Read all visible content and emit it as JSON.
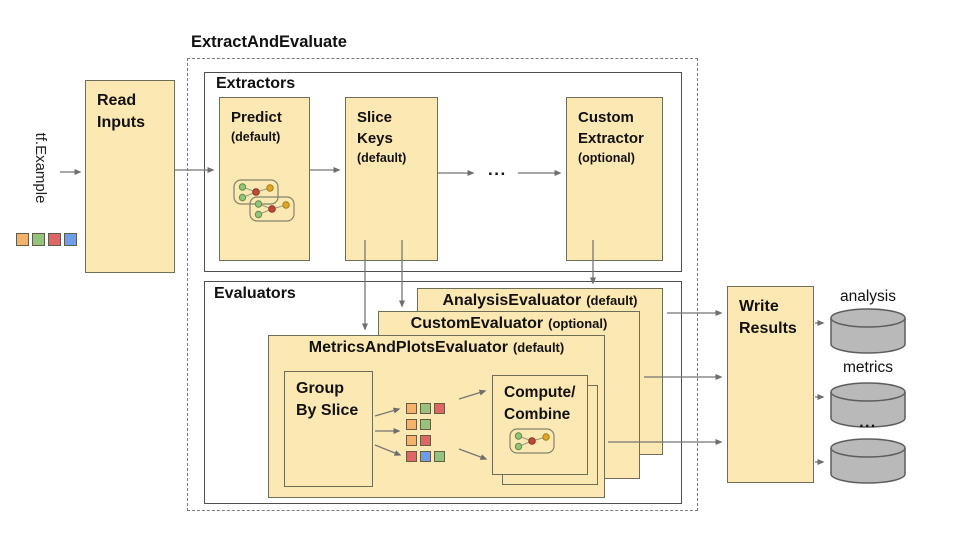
{
  "title": "ExtractAndEvaluate",
  "palette": {
    "orange": "#f6b26b",
    "green": "#93c47d",
    "red": "#e06666",
    "blue": "#6d9eeb",
    "box_fill": "#fce8b2",
    "cylinder_fill": "#b9b9b9",
    "line_gray": "#757575"
  },
  "input": {
    "label": "tf.Example",
    "squares": [
      "orange",
      "green",
      "red",
      "blue"
    ]
  },
  "read_inputs": {
    "label": "Read Inputs"
  },
  "extractors": {
    "label": "Extractors",
    "predict": {
      "title": "Predict",
      "sub": "(default)"
    },
    "slice_keys": {
      "title": "Slice Keys",
      "sub": "(default)"
    },
    "ellipsis": "...",
    "custom": {
      "title": "Custom Extractor",
      "sub": "(optional)"
    }
  },
  "evaluators": {
    "label": "Evaluators",
    "analysis": {
      "title": "AnalysisEvaluator",
      "sub": "(default)"
    },
    "custom": {
      "title": "CustomEvaluator",
      "sub": "(optional)"
    },
    "metrics_plots": {
      "title": "MetricsAndPlotsEvaluator",
      "sub": "(default)"
    },
    "group_by_slice": {
      "label": "Group By Slice"
    },
    "slice_grid": [
      [
        "orange",
        "green",
        "red"
      ],
      [
        "orange",
        "green"
      ],
      [
        "orange",
        "red"
      ],
      [
        "red",
        "blue",
        "green"
      ]
    ],
    "compute_combine": {
      "line1": "Compute/",
      "line2": "Combine"
    }
  },
  "write_results": {
    "label": "Write Results"
  },
  "outputs": {
    "analysis_label": "analysis",
    "metrics_label": "metrics",
    "ellipsis": "..."
  }
}
